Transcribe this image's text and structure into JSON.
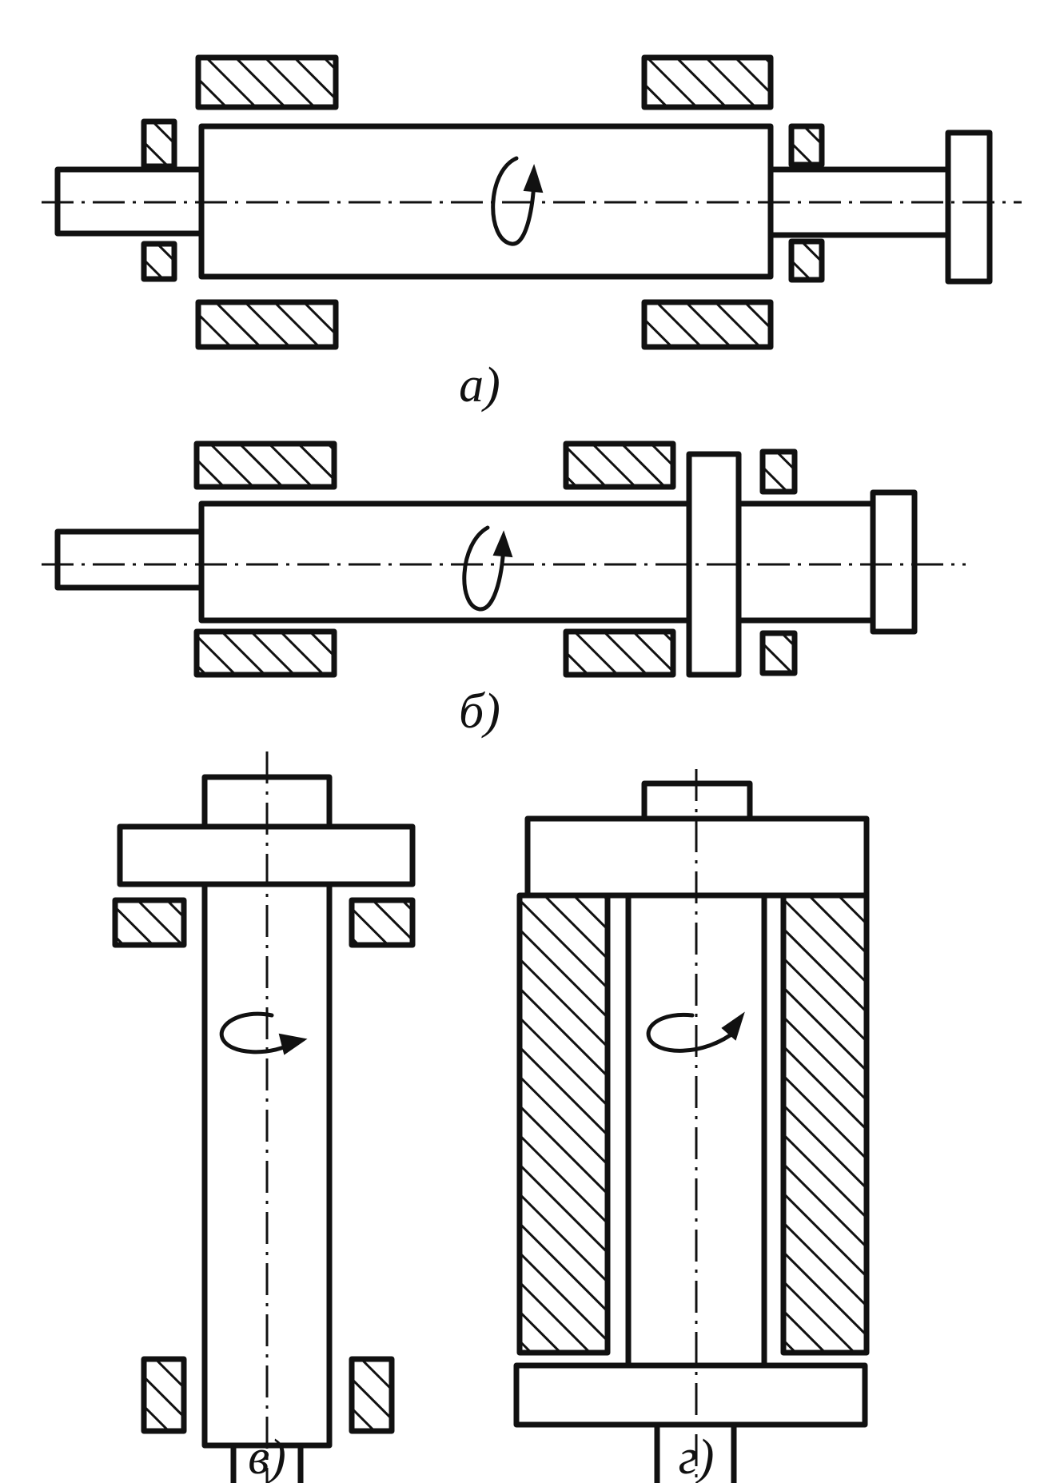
{
  "figure": {
    "labels": {
      "a": "а)",
      "b": "б)",
      "v": "в)",
      "g": "г)"
    }
  },
  "colors": {
    "ink": "#111111",
    "paper": "#ffffff"
  }
}
